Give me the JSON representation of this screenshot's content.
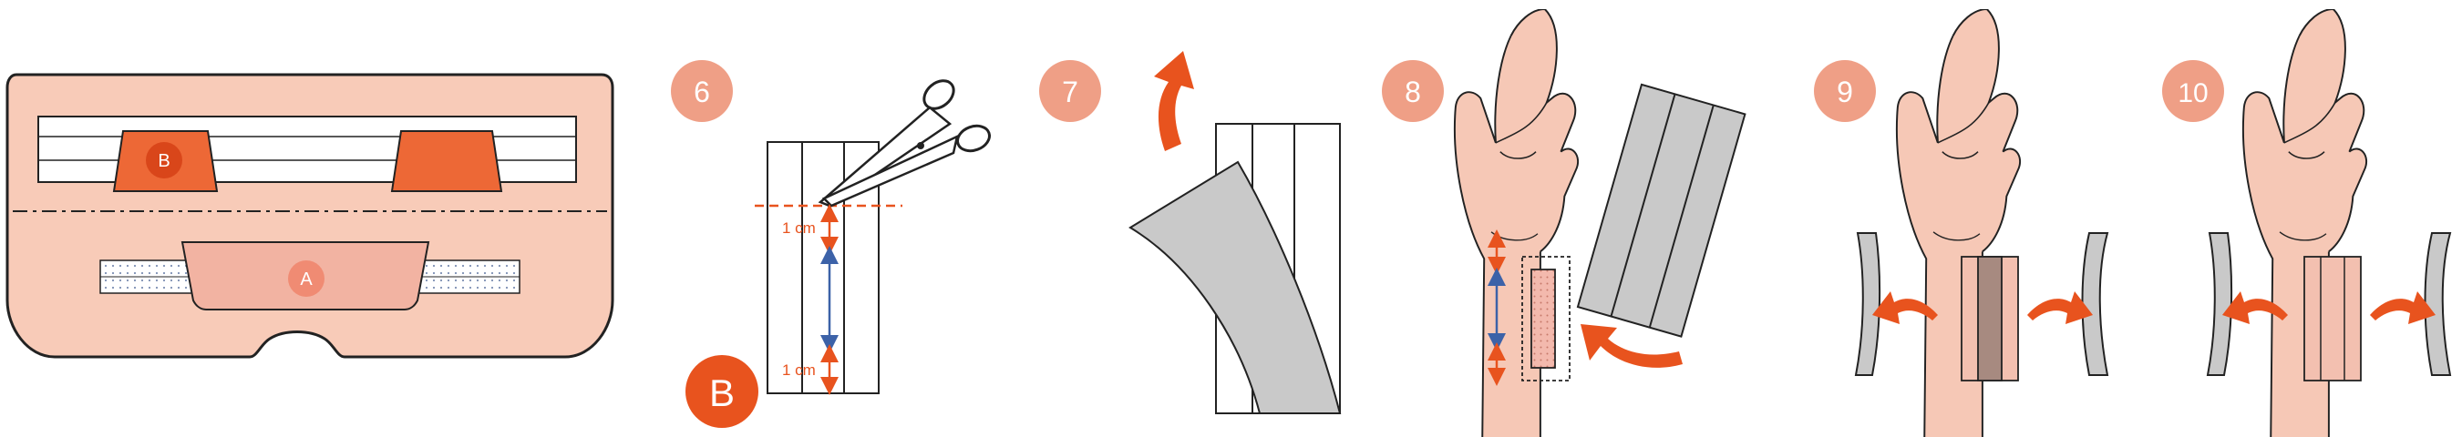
{
  "panel_case": {
    "label_top": "B",
    "label_bottom": "A"
  },
  "steps": [
    {
      "number": "6",
      "marker": "B",
      "measure_top": "1 cm",
      "measure_bottom": "1 cm"
    },
    {
      "number": "7"
    },
    {
      "number": "8"
    },
    {
      "number": "9"
    },
    {
      "number": "10"
    }
  ],
  "colors": {
    "accent_orange": "#e8531e",
    "step_badge": "#ef9f86",
    "skin": "#f6c8b6",
    "case_fill": "#f8cbb8",
    "tape_grey": "#c9c9c9",
    "blue_arrow": "#3c62a8",
    "strip_brown": "#a78a80"
  }
}
